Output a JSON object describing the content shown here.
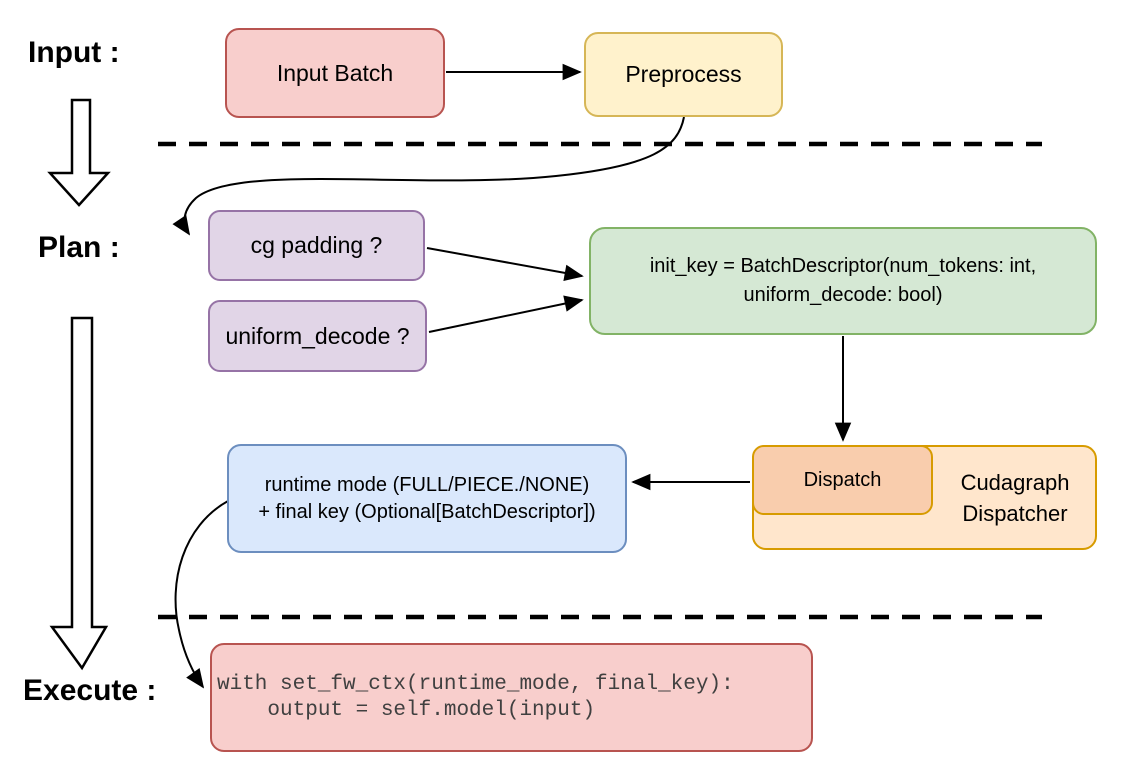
{
  "section_labels": {
    "input": "Input :",
    "plan": "Plan :",
    "execute": "Execute :"
  },
  "nodes": {
    "input_batch": {
      "label": "Input Batch"
    },
    "preprocess": {
      "label": "Preprocess"
    },
    "cg_padding": {
      "label": "cg padding ?"
    },
    "uniform_decode": {
      "label": "uniform_decode ?"
    },
    "init_key": {
      "line1": "init_key = BatchDescriptor(num_tokens: int,",
      "line2": "uniform_decode: bool)"
    },
    "dispatch": {
      "label": "Dispatch"
    },
    "cudagraph_dispatcher": {
      "line1": "Cudagraph",
      "line2": "Dispatcher"
    },
    "runtime_mode": {
      "line1": "runtime mode (FULL/PIECE./NONE)",
      "line2": "+ final key (Optional[BatchDescriptor])"
    },
    "execute_code": {
      "line1": "with set_fw_ctx(runtime_mode, final_key):",
      "line2": "    output = self.model(input)"
    }
  },
  "colors": {
    "red_fill": "#F8CECC",
    "red_stroke": "#B85450",
    "yellow_fill": "#FFF2CC",
    "yellow_stroke": "#D6B656",
    "purple_fill": "#E1D5E7",
    "purple_stroke": "#9673A6",
    "green_fill": "#D5E8D4",
    "green_stroke": "#82B366",
    "blue_fill": "#DAE8FC",
    "blue_stroke": "#6C8EBF",
    "orange_fill": "#FFE6CC",
    "orange_stroke": "#D79B00",
    "dispatch_fill": "#F9CDAD",
    "connector": "#000000"
  }
}
